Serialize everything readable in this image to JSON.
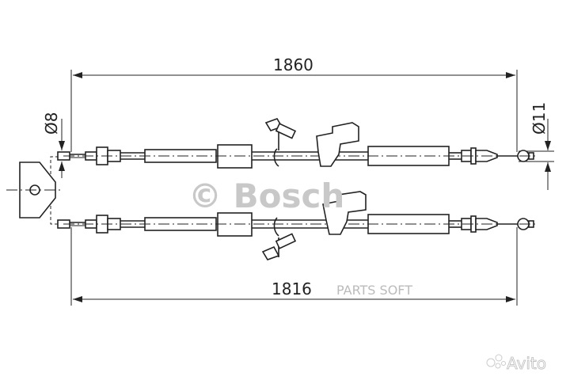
{
  "drawing": {
    "dimension_total_top": "1860",
    "dimension_total_bottom": "1816",
    "diameter_left": "Ø8",
    "diameter_right": "Ø11"
  },
  "watermarks": {
    "brand": "© Bosch",
    "parts": "PARTS SOFT",
    "marketplace": "Avito"
  },
  "colors": {
    "line": "#222222",
    "watermark": "#c8c8c8"
  }
}
